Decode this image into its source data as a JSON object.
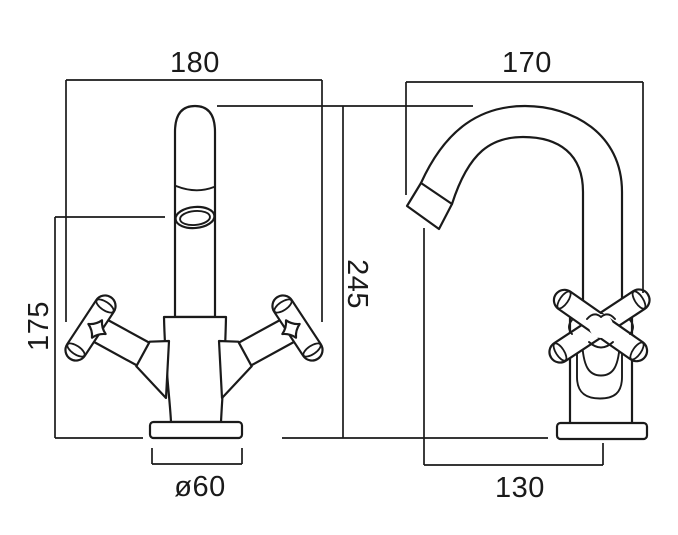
{
  "drawing": {
    "background": "#ffffff",
    "line_color": "#1a1a1a"
  },
  "front_view": {
    "dim_overall_width": "180",
    "dim_height_to_outlet": "175",
    "dim_base_diameter": "ø60"
  },
  "side_view": {
    "dim_overall_depth": "170",
    "dim_overall_height": "245",
    "dim_spout_reach": "130"
  }
}
